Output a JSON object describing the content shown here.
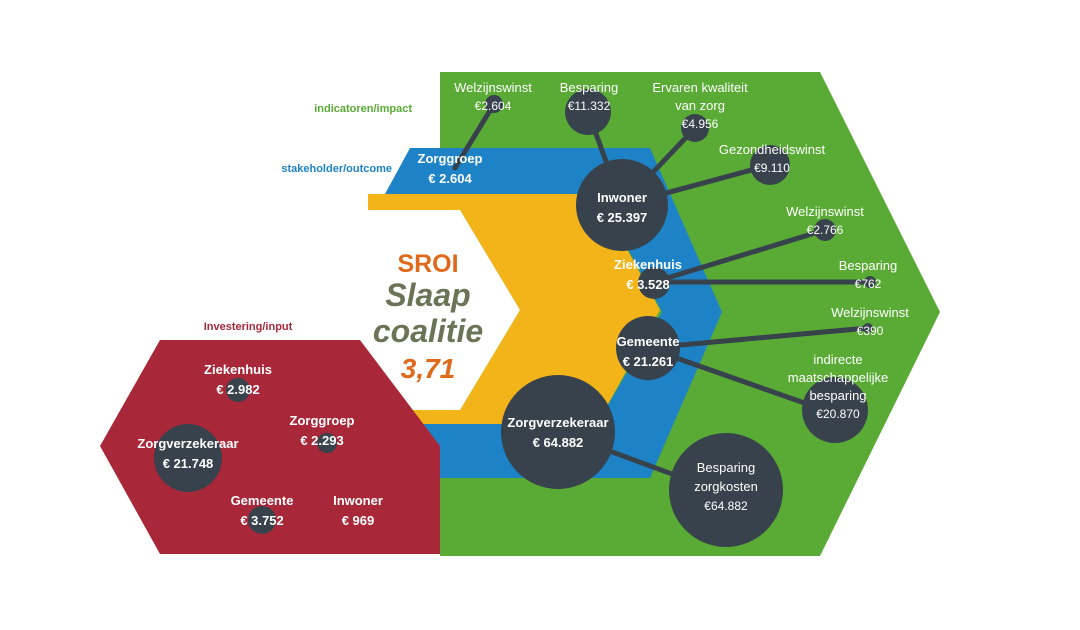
{
  "section_labels": {
    "impact": "indicatoren/impact",
    "outcome": "stakeholder/outcome",
    "input": "Investering/input"
  },
  "center": {
    "title": "SROI",
    "name_line1": "Slaap",
    "name_line2": "coalitie",
    "ratio": "3,71"
  },
  "inputs": [
    {
      "name": "Ziekenhuis",
      "value": "€ 2.982"
    },
    {
      "name": "Zorggroep",
      "value": "€ 2.293"
    },
    {
      "name": "Zorgverzekeraar",
      "value": "€ 21.748"
    },
    {
      "name": "Gemeente",
      "value": "€ 3.752"
    },
    {
      "name": "Inwoner",
      "value": "€ 969"
    }
  ],
  "stakeholders": [
    {
      "name": "Zorggroep",
      "value": "€ 2.604"
    },
    {
      "name": "Inwoner",
      "value": "€ 25.397"
    },
    {
      "name": "Ziekenhuis",
      "value": "€ 3.528"
    },
    {
      "name": "Gemeente",
      "value": "€ 21.261"
    },
    {
      "name": "Zorgverzekeraar",
      "value": "€ 64.882"
    }
  ],
  "impacts": [
    {
      "lines": [
        "Welzijnswinst"
      ],
      "value": "€2.604"
    },
    {
      "lines": [
        "Besparing"
      ],
      "value": "€11.332"
    },
    {
      "lines": [
        "Ervaren kwaliteit",
        "van zorg"
      ],
      "value": "€4.956"
    },
    {
      "lines": [
        "Gezondheidswinst"
      ],
      "value": "€9.110"
    },
    {
      "lines": [
        "Welzijnswinst"
      ],
      "value": "€2.766"
    },
    {
      "lines": [
        "Besparing"
      ],
      "value": "€762"
    },
    {
      "lines": [
        "Welzijnswinst"
      ],
      "value": "€390"
    },
    {
      "lines": [
        "indirecte",
        "maatschappelijke",
        "besparing"
      ],
      "value": "€20.870"
    },
    {
      "lines": [
        "Besparing",
        "zorgkosten"
      ],
      "value": "€64.882"
    }
  ],
  "colors": {
    "impact_green": "#5aab35",
    "outcome_blue": "#1d83c6",
    "center_yellow": "#f2b418",
    "input_red": "#a8283a",
    "bubble": "#37424c",
    "sroi_orange": "#e06a1b",
    "name_olive": "#6d7356",
    "label_green": "#5aab35",
    "label_blue": "#1d83c6",
    "label_red": "#a8283a"
  }
}
